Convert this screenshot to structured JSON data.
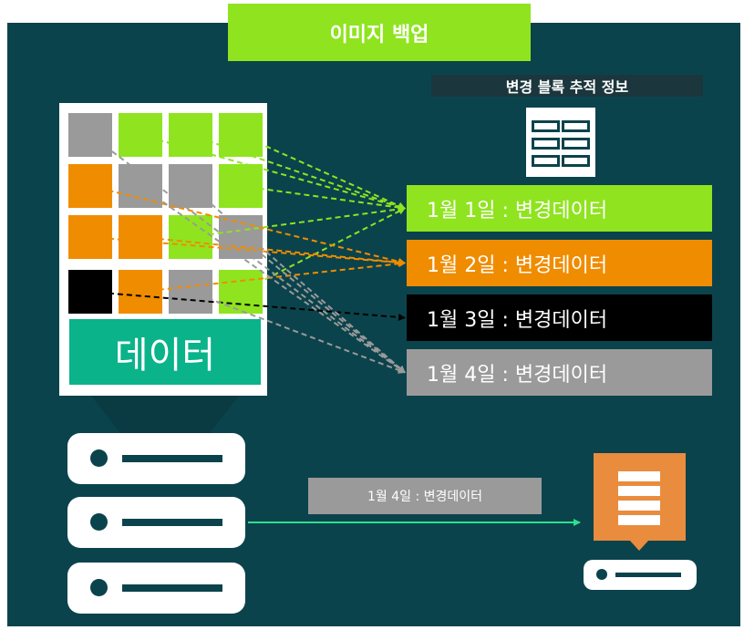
{
  "header": {
    "title": "이미지 백업"
  },
  "tracking": {
    "label": "변경 블록 추적 정보"
  },
  "colors": {
    "background": "#0b434c",
    "green": "#8fe41f",
    "orange": "#f08c00",
    "black": "#000000",
    "gray": "#9a9a9a",
    "teal": "#0ab38a",
    "backup_orange": "#e98c3e",
    "transfer_line": "#2ee08f"
  },
  "grid": {
    "label": "데이터",
    "rows": [
      [
        "gray",
        "green",
        "green",
        "green"
      ],
      [
        "orange",
        "gray",
        "gray",
        "green"
      ],
      [
        "orange",
        "orange",
        "green",
        "gray"
      ],
      [
        "black",
        "orange",
        "gray",
        "green"
      ]
    ]
  },
  "changes": [
    {
      "label": "1월 1일 : 변경데이터",
      "color": "green"
    },
    {
      "label": "1월 2일 : 변경데이터",
      "color": "orange"
    },
    {
      "label": "1월 3일 : 변경데이터",
      "color": "black"
    },
    {
      "label": "1월 4일 : 변경데이터",
      "color": "gray"
    }
  ],
  "links": [
    {
      "from": [
        0,
        1
      ],
      "to": 0
    },
    {
      "from": [
        0,
        2
      ],
      "to": 0
    },
    {
      "from": [
        0,
        3
      ],
      "to": 0
    },
    {
      "from": [
        1,
        3
      ],
      "to": 0
    },
    {
      "from": [
        2,
        2
      ],
      "to": 0
    },
    {
      "from": [
        3,
        3
      ],
      "to": 0
    },
    {
      "from": [
        1,
        0
      ],
      "to": 1
    },
    {
      "from": [
        2,
        0
      ],
      "to": 1
    },
    {
      "from": [
        2,
        1
      ],
      "to": 1
    },
    {
      "from": [
        3,
        1
      ],
      "to": 1
    },
    {
      "from": [
        3,
        0
      ],
      "to": 2
    },
    {
      "from": [
        0,
        0
      ],
      "to": 3
    },
    {
      "from": [
        1,
        1
      ],
      "to": 3
    },
    {
      "from": [
        1,
        2
      ],
      "to": 3
    },
    {
      "from": [
        2,
        3
      ],
      "to": 3
    },
    {
      "from": [
        3,
        2
      ],
      "to": 3
    }
  ],
  "transfer": {
    "label": "1월 4일 : 변경데이터"
  },
  "source_servers": 3
}
